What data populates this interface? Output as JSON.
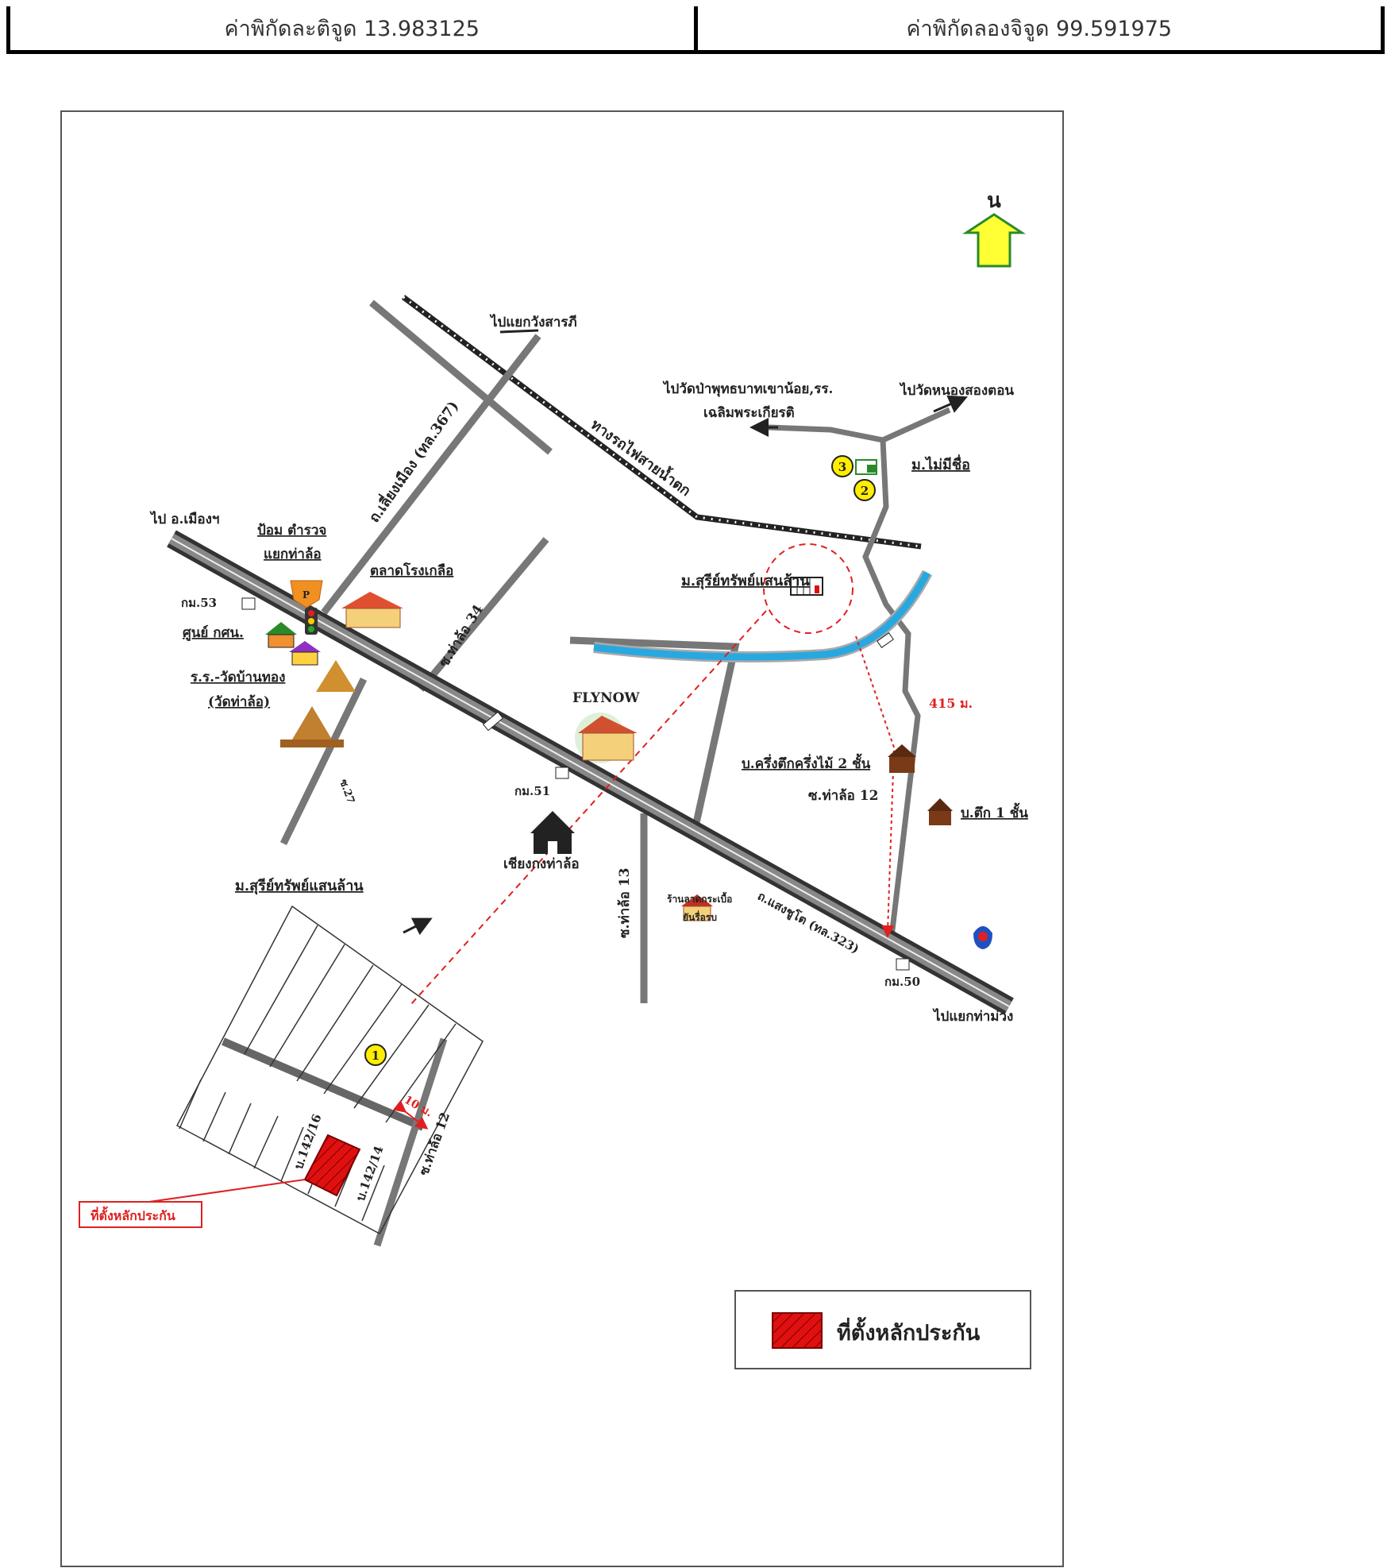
{
  "header": {
    "latitude": "ค่าพิกัดละติจูด 13.983125",
    "longitude": "ค่าพิกัดลองจิจูด 99.591975"
  },
  "map": {
    "north_label": "น",
    "labels": {
      "to_wangsarathi": "ไปแยกวังสารภี",
      "to_wat_khao_noi": "ไปวัดป่าพุทธบาทเขาน้อย,รร.",
      "to_wat_khao_noi_2": "เฉลิมพระเกียรติ",
      "to_nong_song_ton": "ไปวัดหนองสองตอน",
      "village_unnamed": "ม.ไม่มีชื่อ",
      "railway": "ทางรถไฟสายน้ำตก",
      "road_367": "ถ.เลี่ยงเมือง (ทล.367)",
      "to_mueang": "ไป อ.เมืองฯ",
      "police": "ป้อม ตำรวจ",
      "police_2": "แยกท่าล้อ",
      "market": "ตลาดโรงเกลือ",
      "village_top": "ม.สุรีย์ทรัพย์แสนล้าน",
      "km53": "กม.53",
      "center": "ศูนย์ กศน.",
      "soi34": "ซ.ท่าล้อ 34",
      "school": "ร.ร.-วัดบ้านทอง",
      "school_2": "(วัดท่าล้อ)",
      "flynow": "FLYNOW",
      "distance_415": "415 ม.",
      "house_2_floor": "บ.ครึ่งตึกครึ่งไม้ 2 ชั้น",
      "soi27": "ซ.27",
      "km51": "กม.51",
      "soi12_upper": "ซ.ท่าล้อ 12",
      "house_1_floor": "บ.ตึก 1 ชั้น",
      "chiang_kong": "เชียงกงท่าล้อ",
      "village_bottom": "ม.สุรีย์ทรัพย์แสนล้าน",
      "soi13": "ซ.ท่าล้อ 13",
      "shop": "ร้านลาดกระเบื้อ",
      "shop_2": "ยันรื่อรบ",
      "road_323": "ถ.แสงชูโต (ทล.323)",
      "km50": "กม.50",
      "to_tha_muang": "ไปแยกท่าม่วง",
      "distance_10": "10 ม.",
      "plot_142_16": "บ.142/16",
      "plot_142_14": "บ.142/14",
      "soi12_lower": "ซ.ท่าล้อ 12",
      "collateral_callout": "ที่ตั้งหลักประกัน"
    },
    "markers": [
      "1",
      "2",
      "3"
    ],
    "legend": {
      "label": "ที่ตั้งหลักประกัน"
    },
    "colors": {
      "road": "#777777",
      "road_edge": "#444444",
      "river": "#29a8e0",
      "collateral": "#e01010",
      "marker_fill": "#ffee00",
      "north_arrow": "#ffff33",
      "dashed": "#e02020"
    }
  }
}
